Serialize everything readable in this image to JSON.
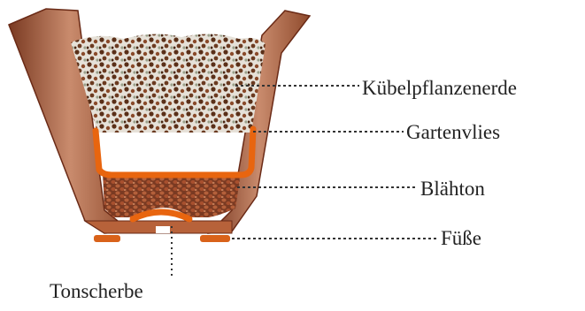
{
  "labels": {
    "soil": "Kübelpflanzenerde",
    "fleece": "Gartenvlies",
    "expanded_clay": "Blähton",
    "feet": "Füße",
    "shard": "Tonscherbe"
  },
  "colors": {
    "terracotta": "#b7623a",
    "terracotta_dark": "#7a3a22",
    "terracotta_light": "#c98b6d",
    "fleece_orange": "#e8650f",
    "soil_dark": "#5a2f18",
    "soil_mid": "#8a4a2a",
    "soil_light": "#d7d2c9",
    "clay_pellet": "#a8502e",
    "clay_dark": "#6a2a16",
    "leader_line": "#333333"
  }
}
